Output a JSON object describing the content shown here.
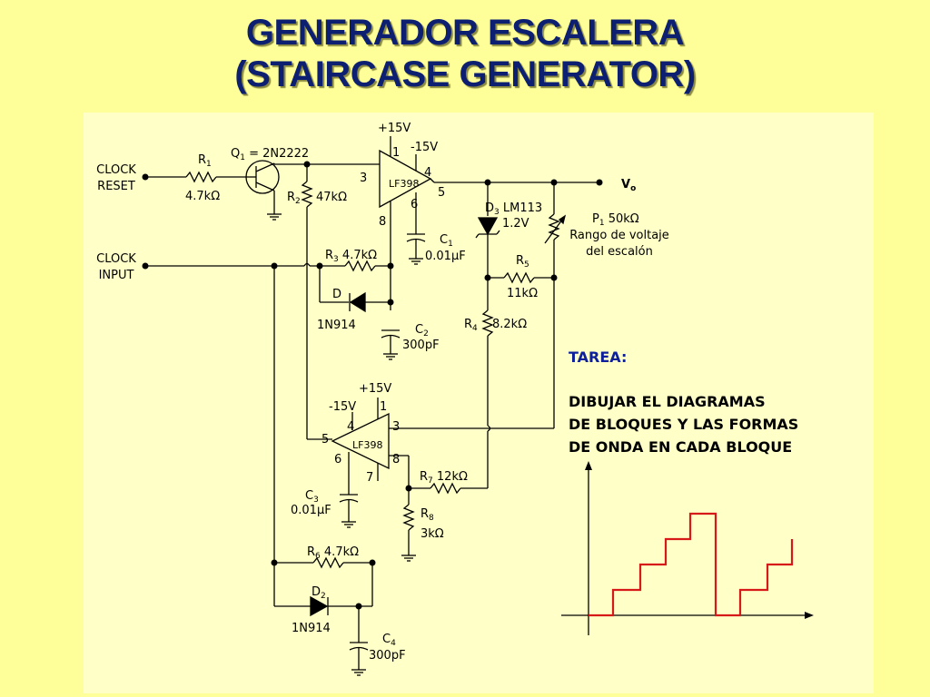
{
  "slide": {
    "title_line1": "GENERADOR ESCALERA",
    "title_line2": "(STAIRCASE GENERATOR)",
    "background_color": "#ffff99",
    "title_color": "#0d1f70"
  },
  "schematic": {
    "terminals": {
      "clock_reset": [
        "CLOCK",
        "RESET"
      ],
      "clock_input": [
        "CLOCK",
        "INPUT"
      ],
      "output": "V",
      "output_sub": "o"
    },
    "components": {
      "r1": {
        "ref": "R",
        "sub": "1",
        "value": "4.7kΩ"
      },
      "q1": {
        "ref": "Q",
        "sub": "1",
        "value": " = 2N2222"
      },
      "r2": {
        "ref": "R",
        "sub": "2",
        "value": "47kΩ"
      },
      "r3": {
        "ref": "R",
        "sub": "3",
        "value": "4.7kΩ"
      },
      "d": {
        "ref": "D",
        "value": "1N914"
      },
      "c2": {
        "ref": "C",
        "sub": "2",
        "value": "300pF"
      },
      "c1": {
        "ref": "C",
        "sub": "1",
        "value": "0.01μF"
      },
      "d3": {
        "ref": "D",
        "sub": "3",
        "value": " LM113",
        "voltage": "1.2V"
      },
      "p1": {
        "ref": "P",
        "sub": "1",
        "value": " 50kΩ",
        "desc_line1": "Rango de voltaje",
        "desc_line2": "del escalón"
      },
      "r5": {
        "ref": "R",
        "sub": "5",
        "value": "11kΩ"
      },
      "r4": {
        "ref": "R",
        "sub": "4",
        "value": "8.2kΩ"
      },
      "r7": {
        "ref": "R",
        "sub": "7",
        "value": " 12kΩ"
      },
      "r8": {
        "ref": "R",
        "sub": "8",
        "value": "3kΩ"
      },
      "c3": {
        "ref": "C",
        "sub": "3",
        "value": "0.01μF"
      },
      "r6": {
        "ref": "R",
        "sub": "6",
        "value": " 4.7kΩ"
      },
      "d2": {
        "ref": "D",
        "sub": "2",
        "value": "1N914"
      },
      "c4": {
        "ref": "C",
        "sub": "4",
        "value": "300pF"
      }
    },
    "ic_top": {
      "chip": "LF398",
      "supply_pos": "+15V",
      "supply_neg": "-15V",
      "pins": {
        "p1": "1",
        "p3": "3",
        "p4": "4",
        "p5": "5",
        "p6": "6",
        "p8": "8"
      }
    },
    "ic_bottom": {
      "chip": "LF398",
      "supply_pos": "+15V",
      "supply_neg": "-15V",
      "pins": {
        "p1": "1",
        "p3": "3",
        "p4": "4",
        "p5": "5",
        "p6": "6",
        "p7": "7",
        "p8": "8"
      }
    },
    "waveform_color": "#d61a1a"
  },
  "task": {
    "heading": "TAREA:",
    "lines": [
      "DIBUJAR EL DIAGRAMAS",
      "DE BLOQUES Y LAS FORMAS",
      "DE ONDA EN CADA BLOQUE"
    ],
    "heading_color": "#0d1f9a"
  }
}
